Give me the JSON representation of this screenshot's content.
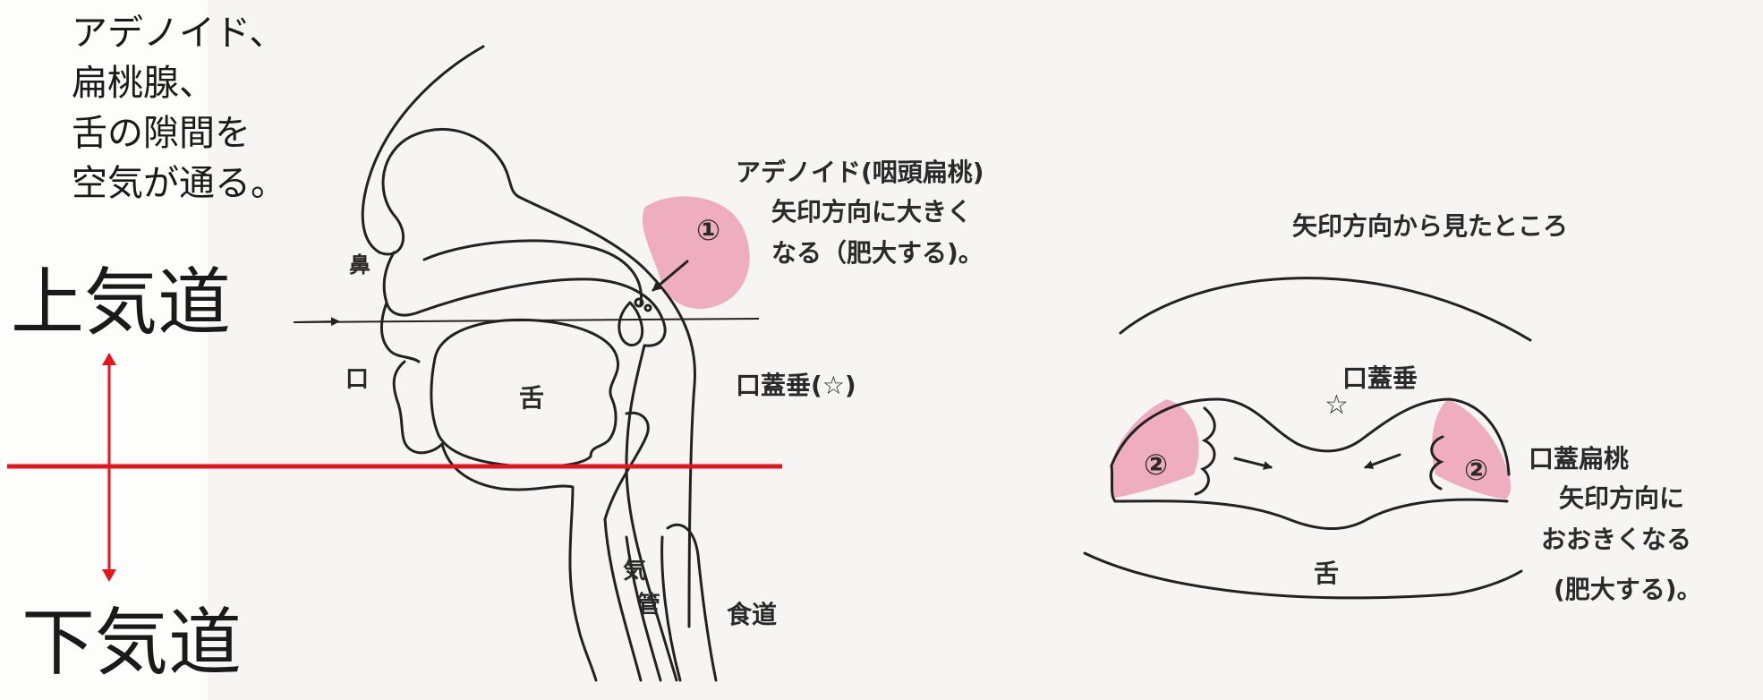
{
  "annotations": {
    "intro_lines": [
      "アデノイド、",
      "扁桃腺、",
      "舌の隙間を",
      "空気が通る。"
    ],
    "upper_airway": "上気道",
    "lower_airway": "下気道"
  },
  "sagittal": {
    "nose": "鼻",
    "mouth": "口",
    "tongue": "舌",
    "adenoid_title": "アデノイド(咽頭扁桃)",
    "adenoid_note_1": "矢印方向に大きく",
    "adenoid_note_2": "なる（肥大する)。",
    "uvula": "口蓋垂(☆)",
    "trachea_1": "気",
    "trachea_2": "管",
    "esophagus": "食道",
    "marker_1": "①"
  },
  "front_view": {
    "title": "矢印方向から見たところ",
    "uvula": "口蓋垂",
    "star": "☆",
    "tongue": "舌",
    "tonsil_title": "口蓋扁桃",
    "tonsil_note_1": "矢印方向に",
    "tonsil_note_2": "おおきくなる",
    "tonsil_note_3": "(肥大する)。",
    "marker_2": "②"
  },
  "colors": {
    "pink_fill": "#eeaec0",
    "red_line": "#e8141c",
    "ink": "#222222"
  }
}
